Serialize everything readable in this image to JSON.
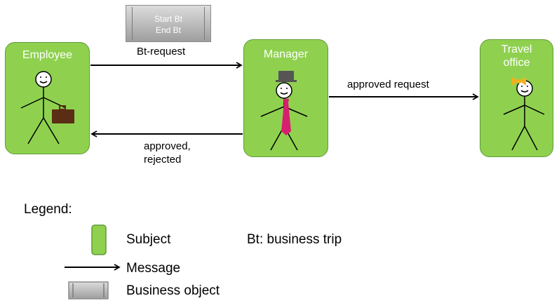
{
  "subjects": {
    "employee": {
      "label": "Employee"
    },
    "manager": {
      "label": "Manager"
    },
    "travel_office": {
      "label_line1": "Travel",
      "label_line2": "office"
    }
  },
  "business_object": {
    "line1": "Start Bt",
    "line2": "End Bt"
  },
  "messages": {
    "bt_request": "Bt-request",
    "approved_request": "approved request",
    "reply_line1": "approved,",
    "reply_line2": "rejected"
  },
  "legend": {
    "title": "Legend:",
    "subject": "Subject",
    "abbreviation": "Bt: business trip",
    "message": "Message",
    "business_object": "Business object"
  },
  "colors": {
    "subject_fill": "#8fd14f",
    "subject_border": "#5f9a36",
    "tie": "#d6206f",
    "top_hat": "#555555",
    "briefcase": "#5a2d14",
    "bow": "#f2b11c"
  }
}
